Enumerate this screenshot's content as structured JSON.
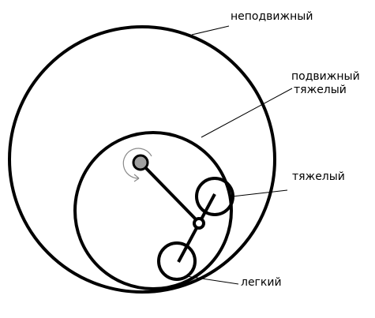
{
  "labels": {
    "fixed": "неподвижный",
    "moving_heavy_line1": "подвижный",
    "moving_heavy_line2": "тяжелый",
    "heavy": "тяжелый",
    "light": "легкий"
  },
  "colors": {
    "stroke": "#000000",
    "background": "#ffffff",
    "pivot_fill": "#a0a0a0",
    "rotation_arrow": "#8a8a8a"
  },
  "icons": {
    "rotation": "curved-rotation-arrow-icon"
  }
}
